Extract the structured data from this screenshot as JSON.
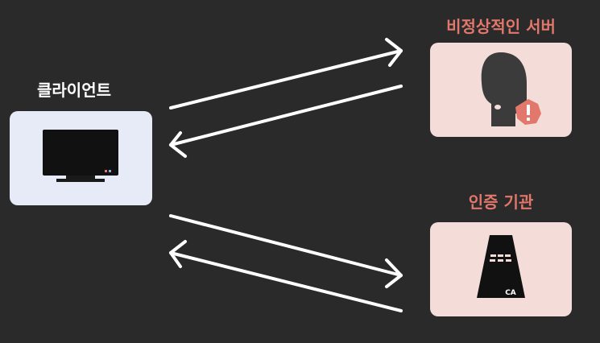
{
  "client": {
    "label": "클라이언트"
  },
  "server": {
    "label": "비정상적인 서버"
  },
  "ca": {
    "label": "인증 기관",
    "badge": "CA"
  },
  "colors": {
    "background": "#2a2a2b",
    "accent": "#e2776b",
    "client_card": "#e6ebf7",
    "node_card": "#f4ddd9",
    "arrow": "#ffffff"
  }
}
